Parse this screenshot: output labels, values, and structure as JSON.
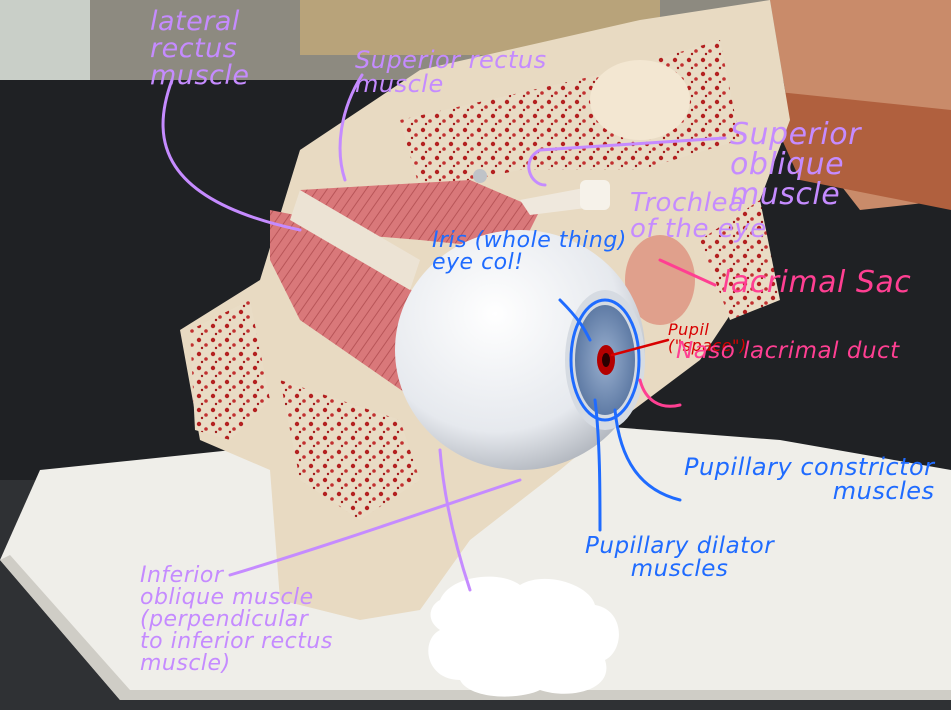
{
  "labels": {
    "lateral_rectus": "lateral\nrectus\nmuscle",
    "superior_rectus": "Superior rectus\nmuscle",
    "superior_oblique": "Superior\noblique\nmuscle",
    "trochlea": "Trochlea\nof the eye",
    "iris": "Iris (whole thing)\neye col!",
    "lacrimal_sac": "lacrimal Sac",
    "pupil": "Pupil\n(\"space\")",
    "nasolacrimal_duct": "Naso lacrimal duct",
    "pupillary_constrictor": "Pupillary constrictor\nmuscles",
    "pupillary_dilator": "Pupillary dilator\nmuscles",
    "inferior_oblique": "Inferior\noblique muscle\n(perpendicular\nto inferior rectus\nmuscle)"
  },
  "colors": {
    "purple": "#c58bff",
    "blue": "#1f6bff",
    "pink": "#ff3f92",
    "red": "#d80000"
  }
}
